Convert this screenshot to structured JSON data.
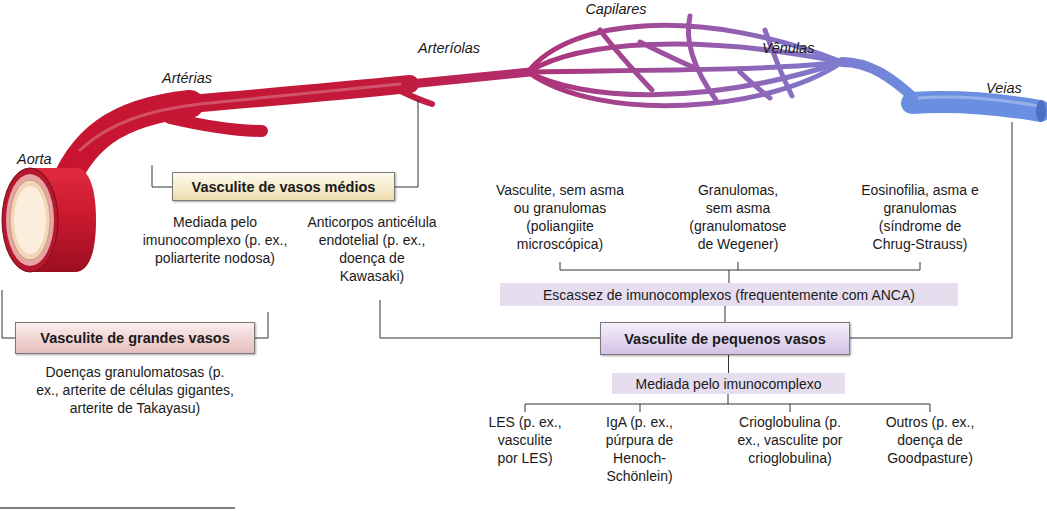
{
  "diagram": {
    "nodes": [
      {
        "text": [
          "Vasculite de vasos médios"
        ]
      },
      {
        "text": [
          "Escassez de imunocomplexos (frequentemente com ANCA)"
        ]
      },
      {
        "text": [
          "Vasculite de grandes vasos"
        ]
      },
      {
        "text": [
          "Vasculite de pequenos vasos"
        ]
      },
      {
        "text": [
          "Mediada pelo imunocomplexo"
        ]
      }
    ],
    "edges": [
      {
        "from": 3,
        "to": 1,
        "arrow": "none"
      },
      {
        "from": 3,
        "to": 4,
        "arrow": "none"
      }
    ],
    "labels": [
      "Capilares",
      "Arteríolas",
      "Vênulas",
      "Artérias",
      "Veias",
      "Aorta",
      "Vasculite, sem asma ou granulomas (poliangiite microscópica)",
      "Granulomas, sem asma (granulomatose de Wegener)",
      "Eosinofilia, asma e granulomas (síndrome de Chrug-Strauss)",
      "Mediada pelo imunocomplexo (p. ex., poliarterite nodosa)",
      "Anticorpos anticélula endotelial (p. ex., doença de Kawasaki)",
      "Doenças granulomatosas (p. ex., arterite de células gigantes, arterite de Takayasu)",
      "LES (p. ex., vasculite por LES)",
      "IgA (p. ex., púrpura de Henoch-Schönlein)",
      "Crioglobulina (p. ex., vasculite por crioglobulina)",
      "Outros (p. ex., doença de Goodpasture)"
    ]
  }
}
